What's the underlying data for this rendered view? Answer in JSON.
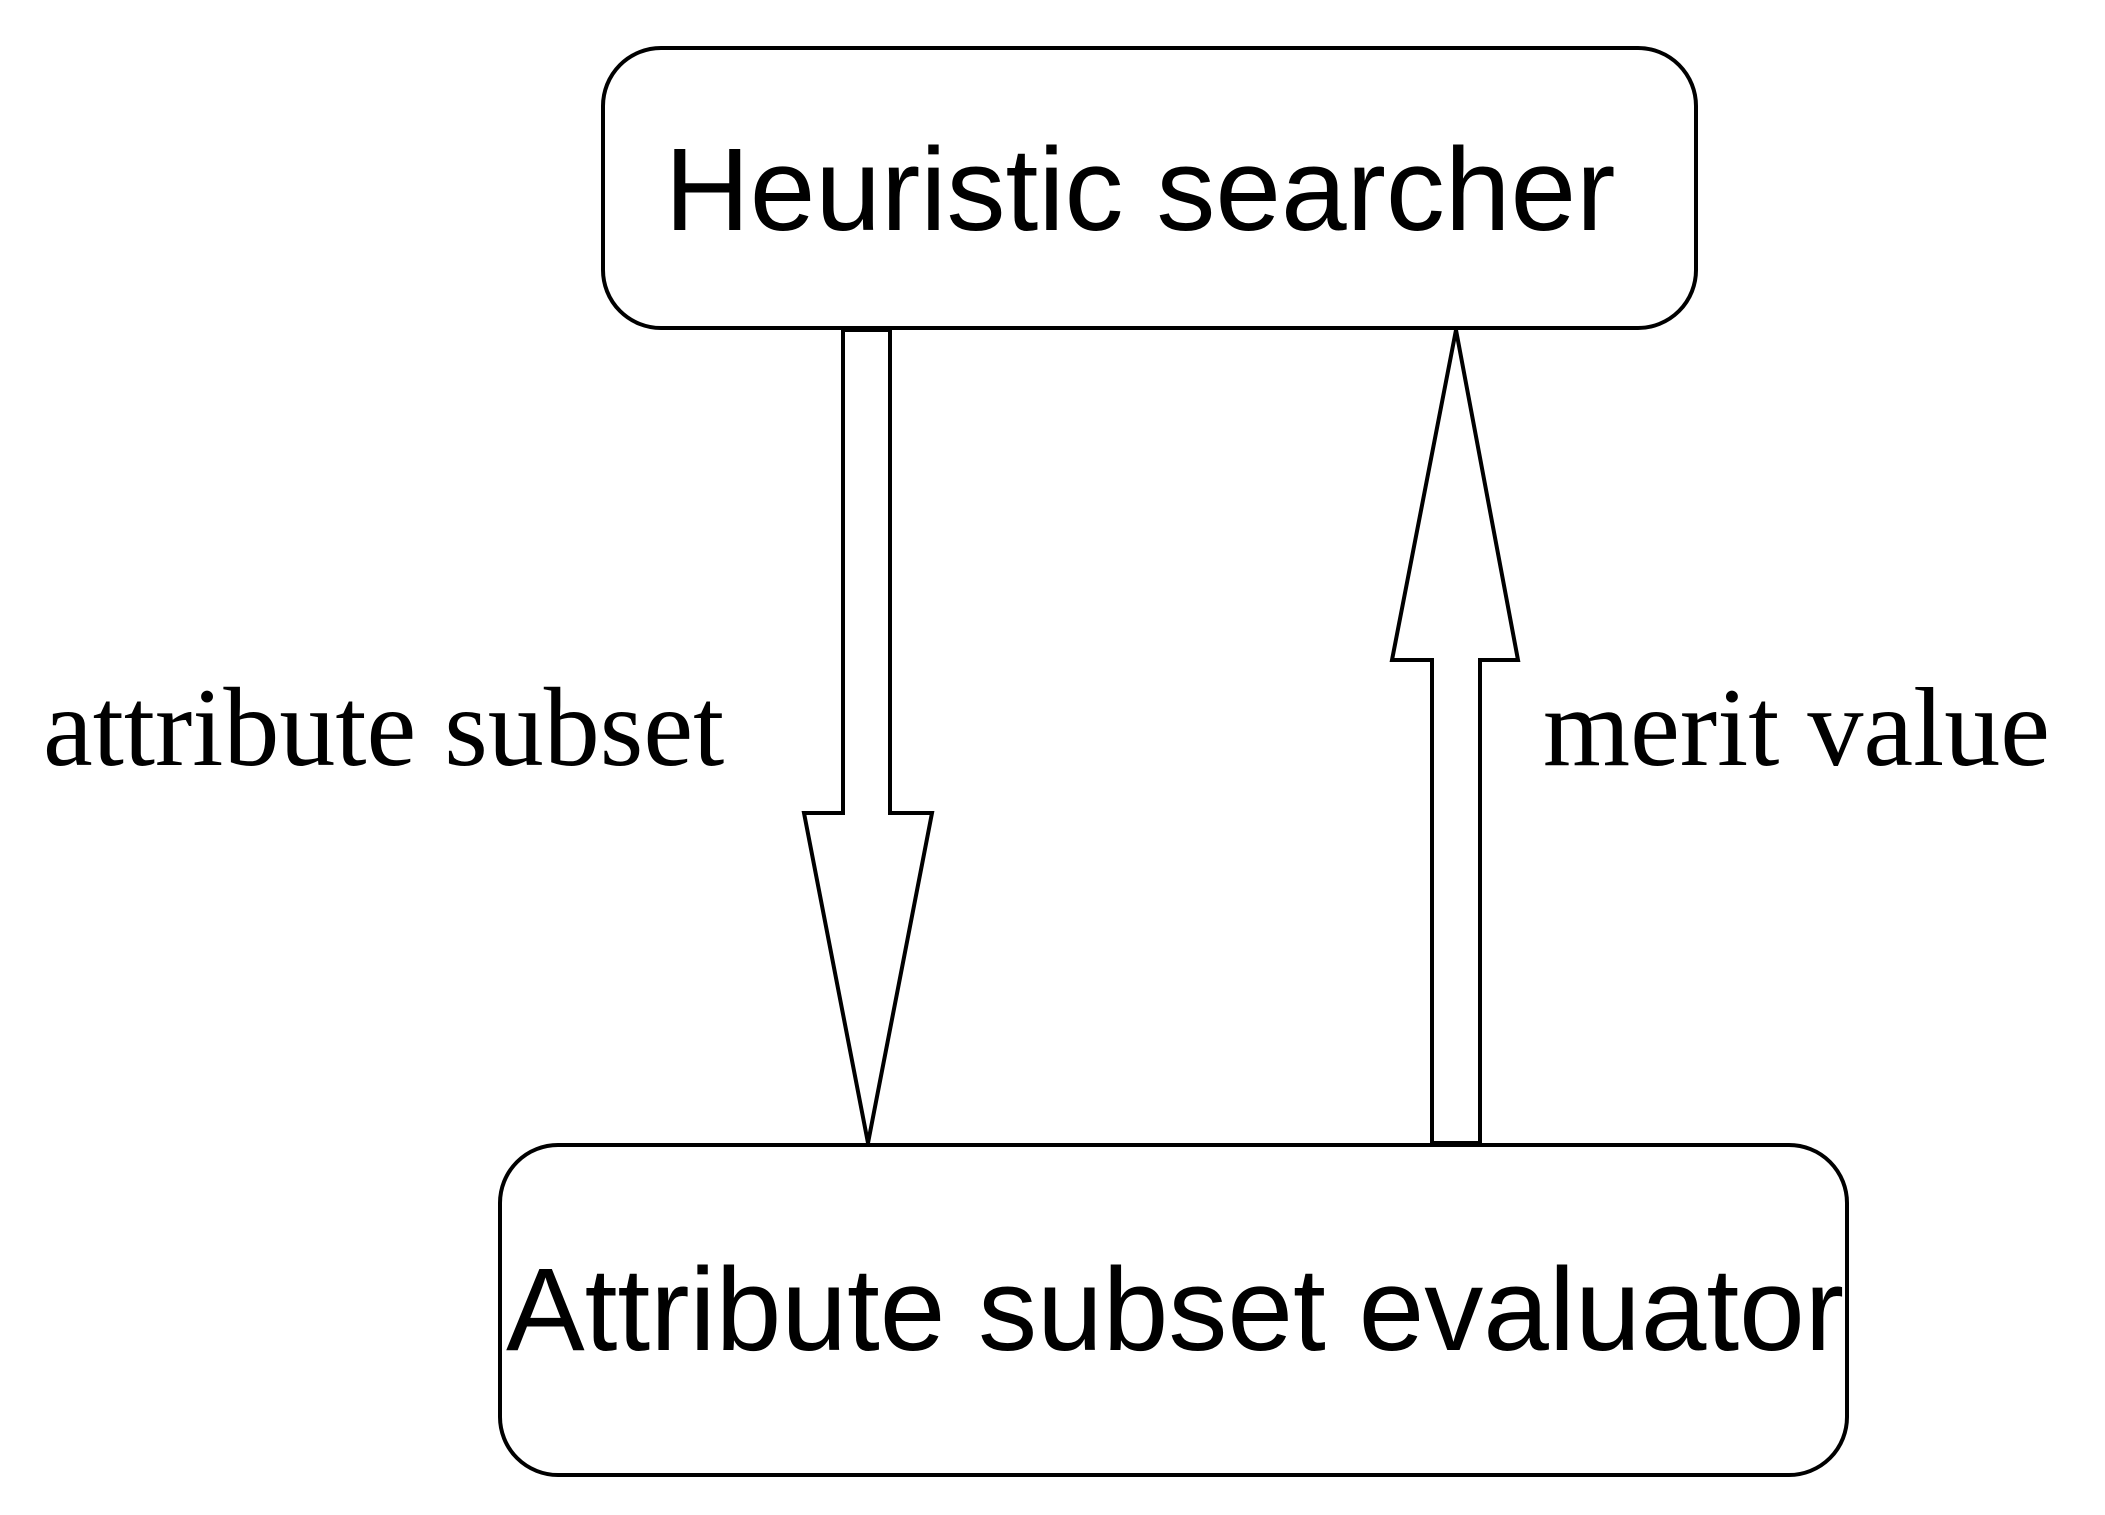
{
  "nodes": {
    "searcher": {
      "label": "Heuristic searcher"
    },
    "evaluator": {
      "label": "Attribute subset evaluator"
    }
  },
  "edges": {
    "down": {
      "label": "attribute subset"
    },
    "up": {
      "label": "merit value"
    }
  }
}
